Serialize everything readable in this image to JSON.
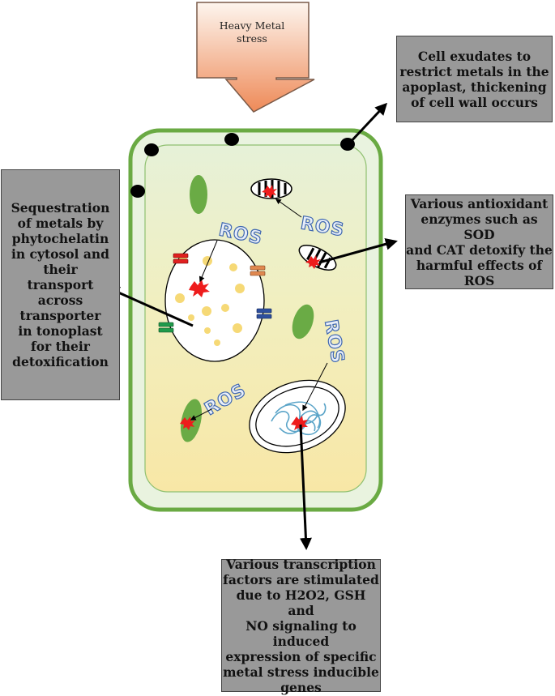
{
  "stress_label": "Heavy Metal\nstress",
  "ros_label": "ROS",
  "boxes": {
    "exudates": "Cell exudates to\nrestrict metals in the\napoplast, thickening\nof cell wall occurs",
    "antioxidant": "Various antioxidant\nenzymes such as SOD\nand CAT detoxify the\nharmful effects of\nROS",
    "sequestration": "Sequestration\nof metals by\nphytochelatin\nin cytosol and\ntheir\ntransport\nacross\ntransporter\nin tonoplast\nfor their\ndetoxification",
    "transcription": "Various transcription\nfactors are stimulated\ndue to H2O2, GSH and\nNO signaling to induced\nexpression of specific\nmetal stress inducible\ngenes"
  },
  "colors": {
    "cell_wall": "#6aaa43",
    "cytoplasm_top": "#e6f1d8",
    "cytoplasm_bottom": "#f8e7a6",
    "chloroplast": "#6aab45",
    "ros_outline": "#3f67b0",
    "box_fill": "#999999",
    "burst": "#ee1c1c",
    "arrow_gradient_top": "#fdf5ee",
    "arrow_gradient_bottom": "#ee8a58"
  }
}
